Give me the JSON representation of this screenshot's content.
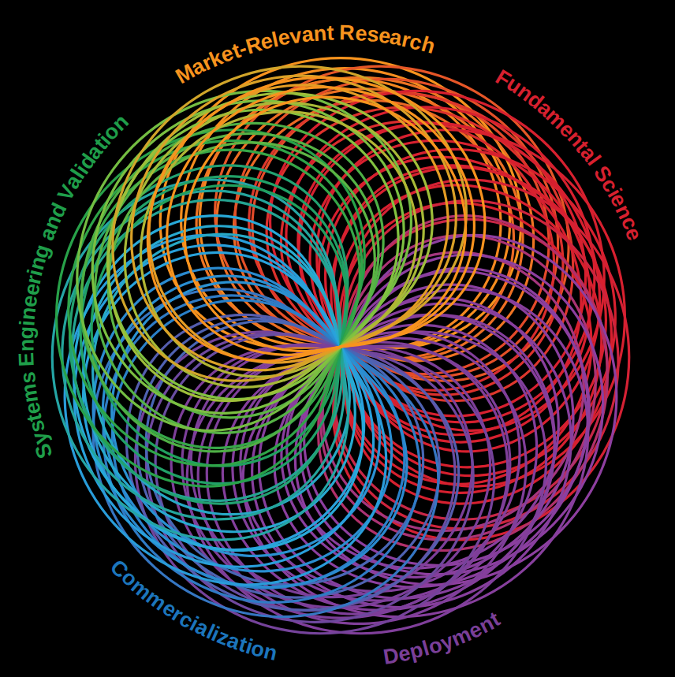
{
  "diagram": {
    "labels": [
      "Market-Relevant Research",
      "Fundamental Science",
      "Systems Engineering and Validation",
      "Commercialization",
      "Deployment"
    ]
  }
}
